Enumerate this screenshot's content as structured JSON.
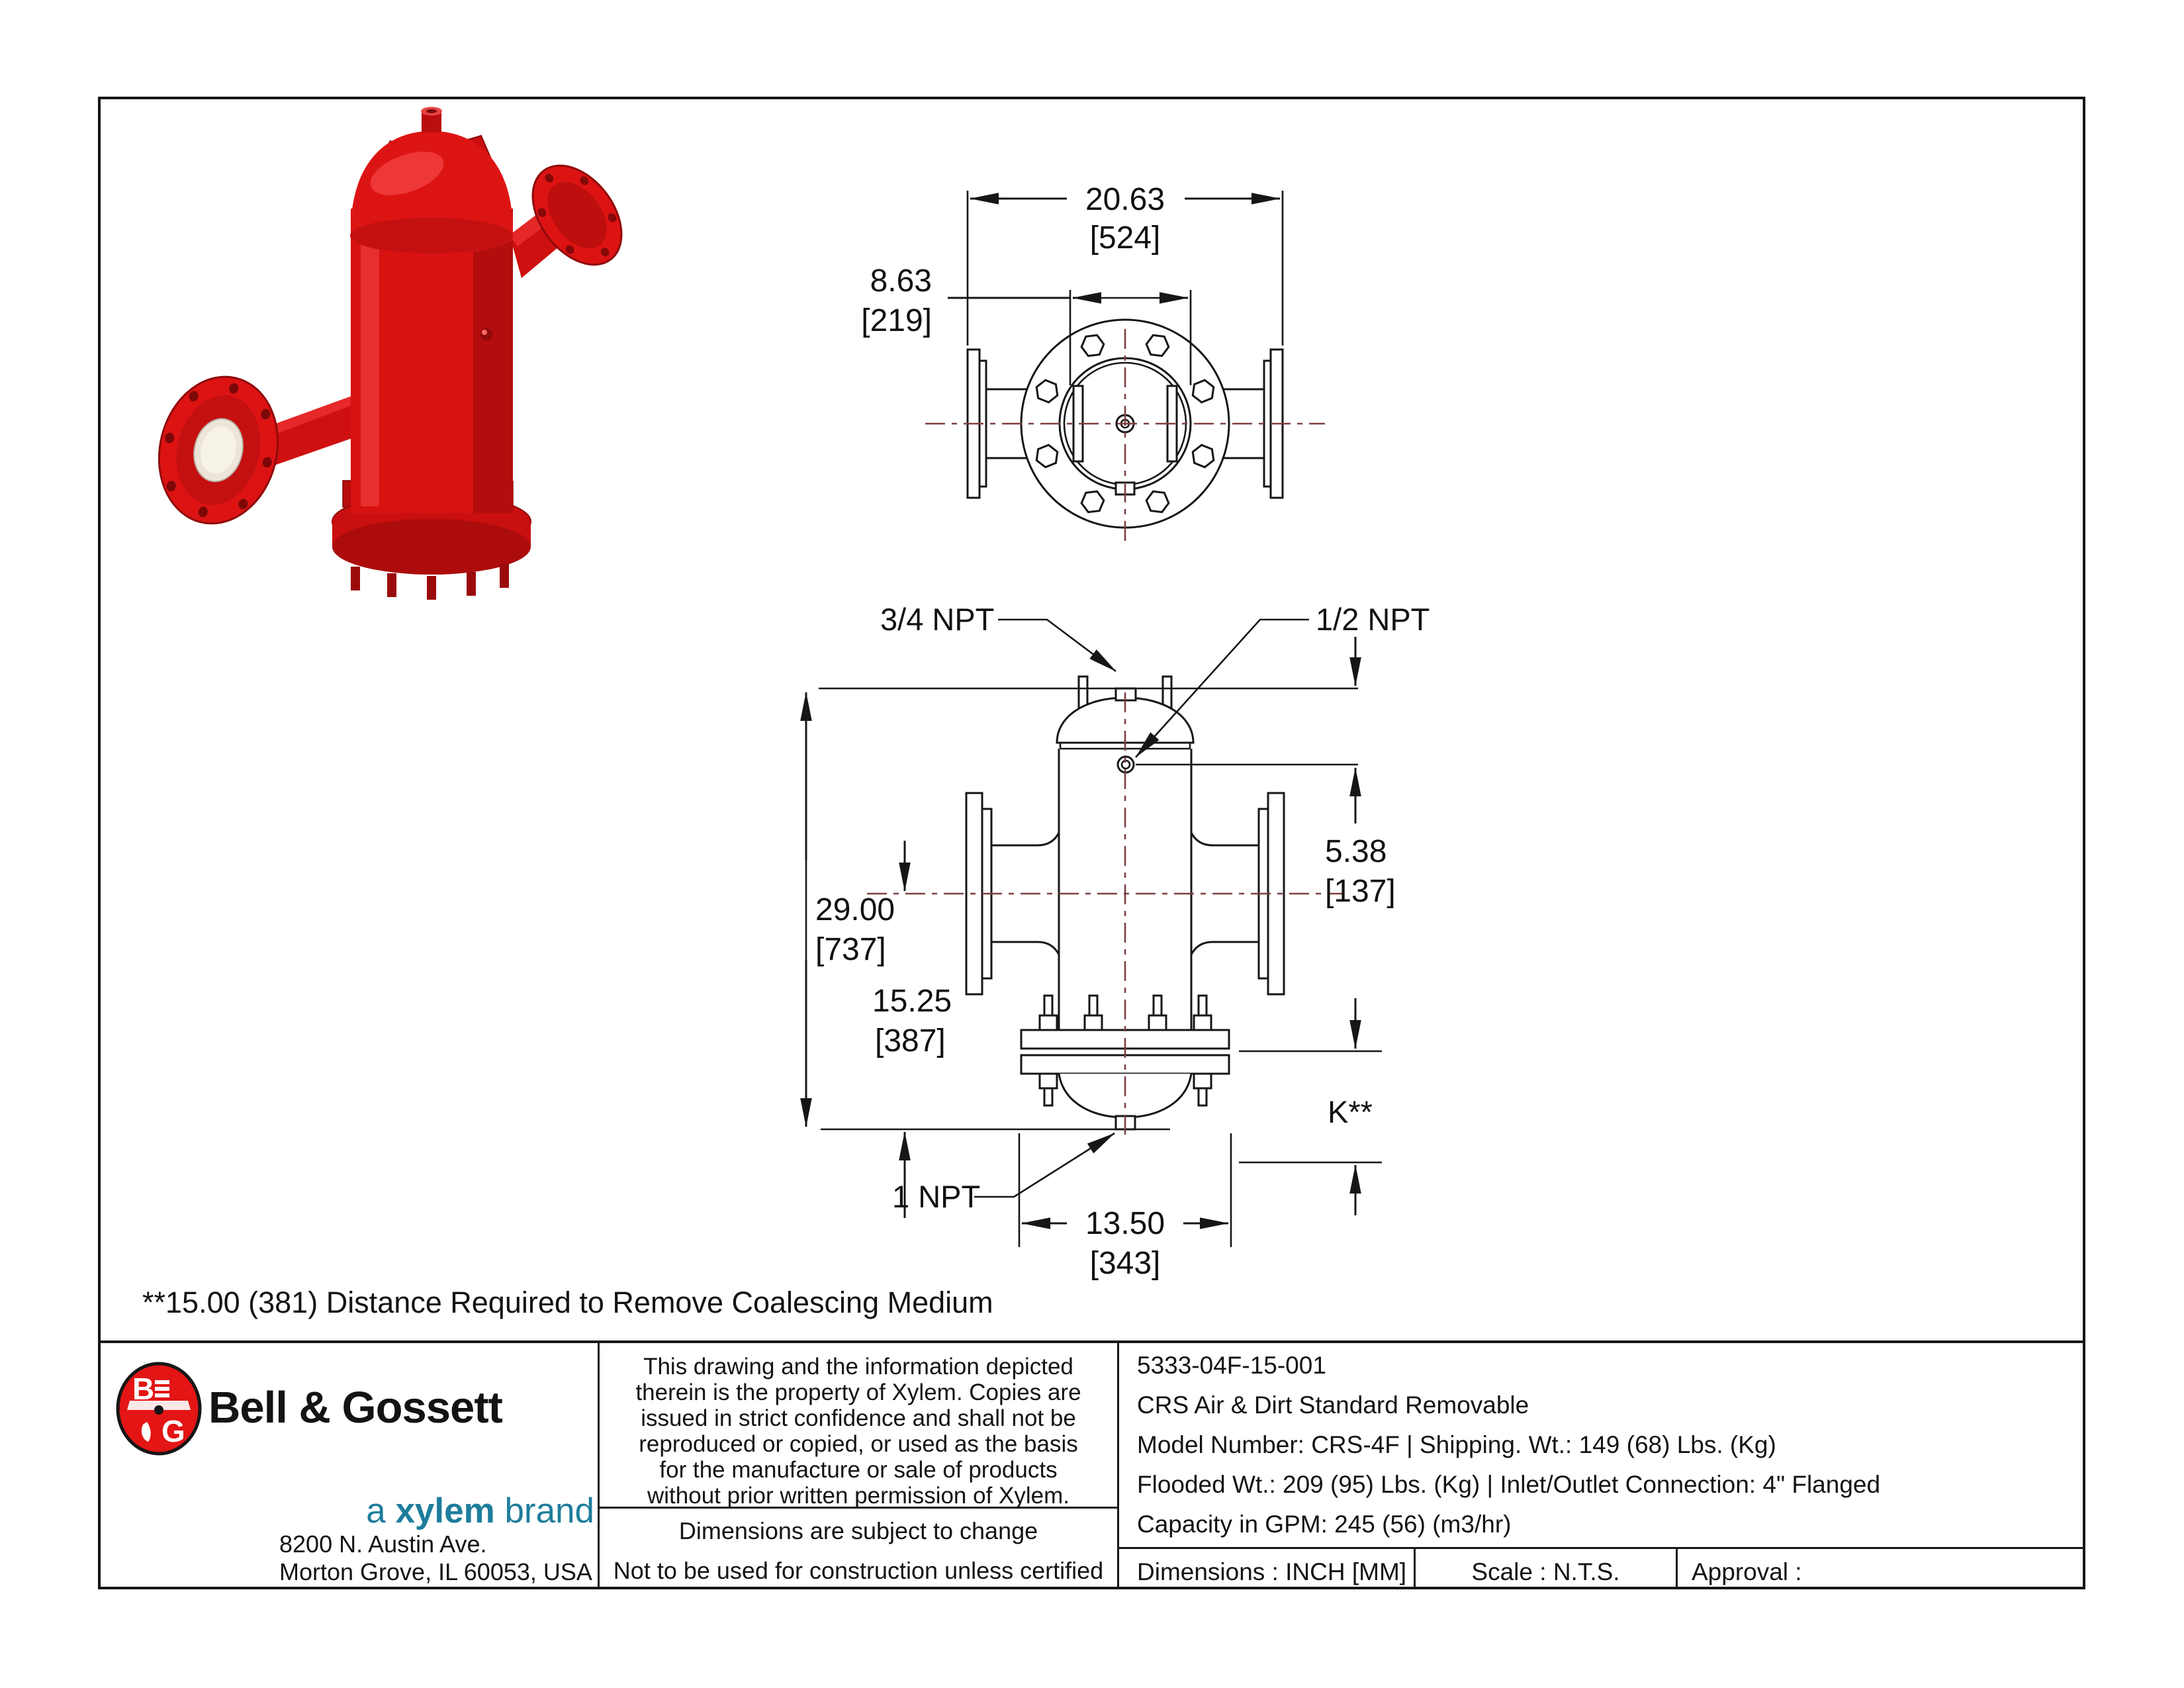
{
  "page": {
    "bg": "#ffffff",
    "line_color": "#161616",
    "centerline_color": "#7d3f3f",
    "accent_red": "#dd1111",
    "teal": "#1e7d9c"
  },
  "footnote": "**15.00 (381) Distance Required to Remove Coalescing Medium",
  "labels": {
    "npt_34": "3/4 NPT",
    "npt_12": "1/2 NPT",
    "npt_1": "1 NPT",
    "k": "K**"
  },
  "dimensions": {
    "width_overall": {
      "in": "20.63",
      "mm": "[524]"
    },
    "shell_od": {
      "in": "8.63",
      "mm": "[219]"
    },
    "height_overall": {
      "in": "29.00",
      "mm": "[737]"
    },
    "inlet_to_bottom": {
      "in": "15.25",
      "mm": "[387]"
    },
    "top_to_port": {
      "in": "5.38",
      "mm": "[137]"
    },
    "flange_od": {
      "in": "13.50",
      "mm": "[343]"
    }
  },
  "title_block": {
    "brand": {
      "logo_b": "B",
      "logo_g": "G",
      "name": "Bell & Gossett",
      "sub_prefix": "a ",
      "sub_bold": "xylem",
      "sub_suffix": " brand",
      "address_line1": "8200 N. Austin Ave.",
      "address_line2": "Morton Grove, IL 60053, USA"
    },
    "legal": [
      "This drawing and the information depicted",
      "therein is the property of Xylem. Copies are",
      "issued in strict confidence and shall not be",
      "reproduced or copied, or used as the basis",
      "for the manufacture or sale of products",
      "without prior written permission of Xylem."
    ],
    "notes": {
      "note1": "Dimensions are subject to change",
      "note2": "Not to be used for construction unless certified"
    },
    "part": {
      "drawing_number": "5333-04F-15-001",
      "description": "CRS Air & Dirt Standard Removable",
      "line3": "Model Number: CRS-4F | Shipping. Wt.: 149 (68) Lbs. (Kg)",
      "line4": "Flooded Wt.: 209 (95) Lbs. (Kg) | Inlet/Outlet Connection: 4\" Flanged",
      "line5": "Capacity in GPM: 245 (56) (m3/hr)"
    },
    "footer": {
      "dims_units": "Dimensions : INCH [MM]",
      "scale": "Scale : N.T.S.",
      "approval": "Approval :"
    }
  }
}
